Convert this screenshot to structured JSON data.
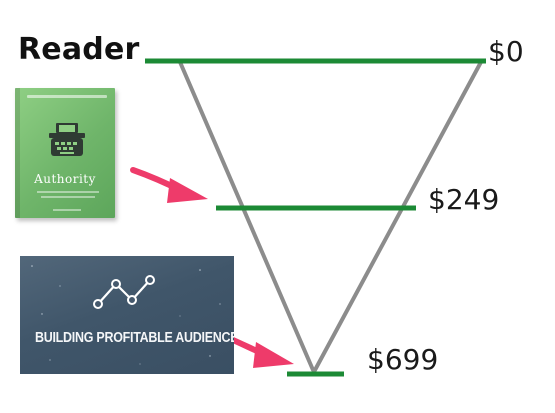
{
  "funnel": {
    "top_label": "Reader",
    "price_levels": [
      {
        "price": "$0"
      },
      {
        "price": "$249"
      },
      {
        "price": "$699"
      }
    ]
  },
  "products": {
    "book": {
      "title": "Authority",
      "icon": "typewriter-icon",
      "cover_color": "#6fb56a"
    },
    "course": {
      "title": "BUILDING PROFITABLE AUDIENCES",
      "icon": "line-graph-icon",
      "background_color": "#435a6e"
    }
  },
  "colors": {
    "level_line": "#1c8a35",
    "funnel_line": "#8c8c8c",
    "arrow": "#ee3b6a"
  }
}
